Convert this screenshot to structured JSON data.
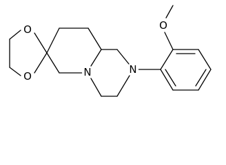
{
  "structure": {
    "atoms": [
      {
        "element": "O"
      },
      {
        "element": "O"
      },
      {
        "element": "N"
      },
      {
        "element": "N"
      },
      {
        "element": "O"
      }
    ]
  }
}
